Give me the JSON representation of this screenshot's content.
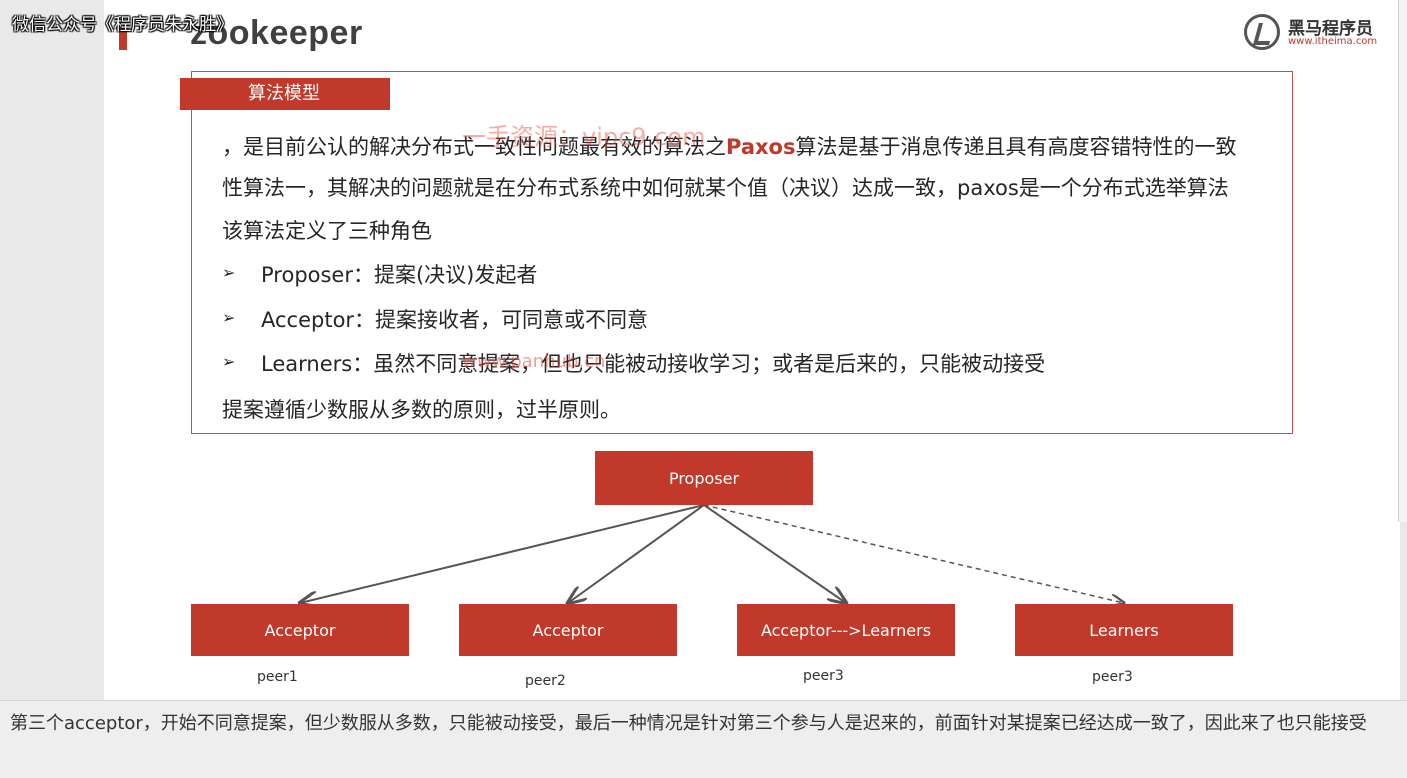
{
  "overlay": {
    "wechat_label": "微信公众号《程序员朱永胜》"
  },
  "slide": {
    "title": "zookeeper",
    "logo": {
      "name": "黑马程序员",
      "url": "www.itheima.com"
    },
    "section_label": "算法模型",
    "watermark": "一手资源：vipc9.com",
    "watermark_small": "www.panhub.cn",
    "paragraph": {
      "line1_prefix": "，是目前公认的解决分布式一致性问题最有效的算法之",
      "line1_keyword": "Paxos",
      "line1_suffix": "算法是基于消息传递且具有高度容错特性的一致",
      "line2": "性算法一，其解决的问题就是在分布式系统中如何就某个值（决议）达成一致，paxos是一个分布式选举算法",
      "line3": " 该算法定义了三种角色"
    },
    "bullet_symbol": "➢",
    "bullets": [
      "Proposer：提案(决议)发起者",
      "Acceptor：提案接收者，可同意或不同意",
      "Learners：虽然不同意提案，但也只能被动接收学习；或者是后来的，只能被动接受"
    ],
    "conclusion": "提案遵循少数服从多数的原则，过半原则。",
    "diagram": {
      "root": "Proposer",
      "nodes": [
        {
          "label": "Acceptor",
          "peer": "peer1",
          "edge": "solid"
        },
        {
          "label": "Acceptor",
          "peer": "peer2",
          "edge": "solid"
        },
        {
          "label": "Acceptor--->Learners",
          "peer": "peer3",
          "edge": "solid"
        },
        {
          "label": "Learners",
          "peer": "peer3",
          "edge": "dashed"
        }
      ]
    }
  },
  "subtitle": "第三个acceptor，开始不同意提案，但少数服从多数，只能被动接受，最后一种情况是针对第三个参与人是迟来的，前面针对某提案已经达成一致了，因此来了也只能接受",
  "colors": {
    "accent": "#c0392b",
    "border": "#c0504d",
    "text": "#262626"
  }
}
